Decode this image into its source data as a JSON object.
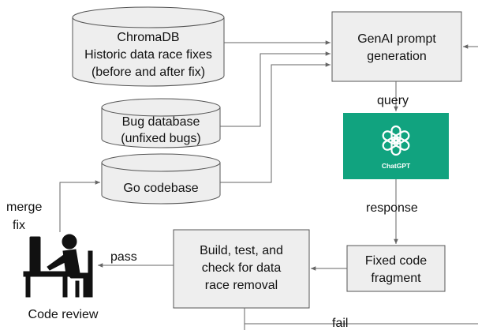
{
  "colors": {
    "box_fill": "#eeeeee",
    "box_stroke": "#555555",
    "line": "#666666",
    "chatgpt_bg": "#11a37f",
    "chatgpt_fg": "#ffffff",
    "person": "#111111"
  },
  "nodes": {
    "chromadb": {
      "lines": [
        "ChromaDB",
        "Historic data race fixes",
        "(before and after fix)"
      ]
    },
    "bugdb": {
      "lines": [
        "Bug database",
        "(unfixed bugs)"
      ]
    },
    "codebase": {
      "lines": [
        "Go codebase"
      ]
    },
    "genai": {
      "lines": [
        "GenAI prompt",
        "generation"
      ]
    },
    "chatgpt": {
      "label": "ChatGPT",
      "icon": "openai-logo-icon"
    },
    "fixed": {
      "lines": [
        "Fixed code",
        "fragment"
      ]
    },
    "build": {
      "lines": [
        "Build, test, and",
        "check for data",
        "race removal"
      ]
    },
    "reviewer": {
      "icon": "code-reviewer-person-icon",
      "caption": "Code review"
    }
  },
  "edges": {
    "query": "query",
    "response": "response",
    "pass": "pass",
    "merge_fix": [
      "merge",
      "fix"
    ],
    "fail": "fail"
  }
}
